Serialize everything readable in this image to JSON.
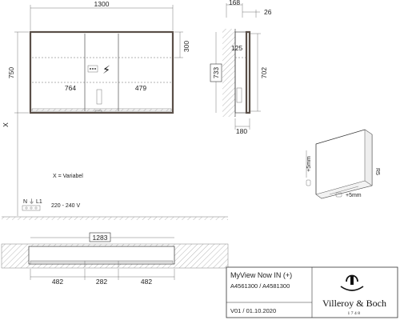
{
  "front_view": {
    "width_dim": "1300",
    "height_dim": "750",
    "shelf_dim": "300",
    "left_dim": "764",
    "right_dim": "479",
    "variable_marker": "X",
    "light_symbol": "⚡"
  },
  "side_view": {
    "depth_top": "168",
    "offset_top": "26",
    "height_boxed": "733",
    "shelf_dim": "125",
    "inner_height": "702",
    "depth_bottom": "180"
  },
  "notes": {
    "variable_note": "X = Variabel",
    "terminal_labels": "N ⏚ L1",
    "voltage": "220 - 240 V"
  },
  "plan_view": {
    "width_boxed": "1283",
    "seg_left": "482",
    "seg_mid": "282",
    "seg_right": "482"
  },
  "perspective": {
    "dim_side": "+5mm",
    "dim_bottom": "+5mm",
    "dim_corner": "R5"
  },
  "title_block": {
    "product": "MyView Now IN (+)",
    "article_numbers": "A4561300 / A4581300",
    "version": "V01 / 01.10.2020",
    "brand": "Villeroy & Boch",
    "brand_year": "1748"
  }
}
